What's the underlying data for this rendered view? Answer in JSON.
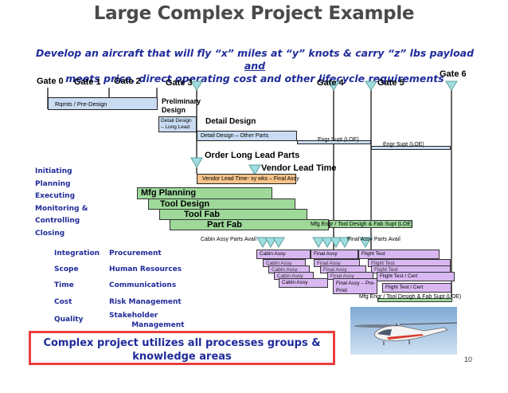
{
  "title": "Large Complex Project Example",
  "subtitle_parts": {
    "p1": "Develop an aircraft that will fly “x” miles at “y” knots & carry “z” lbs payload ",
    "and": "and",
    "p2": "meets price, direct operating cost and other lifecycle requirements"
  },
  "gates": {
    "g0": "Gate 0",
    "g1": "Gate 1",
    "g2": "Gate 2",
    "g3": "Gate 3",
    "g4": "Gate 4",
    "g5": "Gate 5",
    "g6": "Gate 6"
  },
  "activities": {
    "rqmts": "Rqmts / Pre-Design",
    "preliminary": "Preliminary\nDesign",
    "detail_long_lead": "Detail Design\n– Long Lead",
    "detail_design": "Detail Design",
    "detail_other": "Detail Design – Other Parts",
    "engr_supt_1": "Engr Supt (LOE)",
    "engr_supt_2": "Engr Supt (LOE)",
    "order_long_lead": "Order Long Lead Parts",
    "vendor_lead_time": "Vendor Lead Time",
    "vendor_lead_bar": "Vendor Lead Time- xy wks – Final Assy",
    "mfg_planning": "Mfg Planning",
    "tool_design": "Tool Design",
    "tool_fab": "Tool Fab",
    "part_fab": "Part Fab",
    "mfg_engr_1": "Mfg Engr / Tool Desigh & Fab Supt (LOE)",
    "cabin_parts_avail": "Cabin Assy Parts Avail",
    "final_parts_avail": "Final Assy Parts Avail",
    "cabin_assy": "Cabin Assy",
    "final_assy": "Final Assy",
    "flight_test": "Flight Test",
    "final_assy_preprod": "Final Assy – Pre-\nProd",
    "flight_test_cert": "Flight Test / Cert",
    "mfg_engr_2": "Mfg Engr / Tool Desigh & Fab Supt (LOE)"
  },
  "process_groups": [
    "Initiating",
    "Planning",
    "Executing",
    "Monitoring &",
    "Controlling",
    "Closing"
  ],
  "knowledge_areas": {
    "left": [
      "Integration",
      "Scope",
      "Time",
      "Cost",
      "Quality"
    ],
    "right": [
      "Procurement",
      "Human Resources",
      "Communications",
      "Risk Management",
      "Stakeholder\n         Management"
    ]
  },
  "footer": "Complex project utilizes all processes groups &\nknowledge areas",
  "page_number": "10",
  "colors": {
    "blue_bar": "#c9dcf2",
    "green_bar": "#9ed99a",
    "purple_bar": "#d9b8f2",
    "milestone": "#9edede",
    "accent_text": "#1f2b9a",
    "footer_border": "#e7403f"
  },
  "image": "helicopter"
}
